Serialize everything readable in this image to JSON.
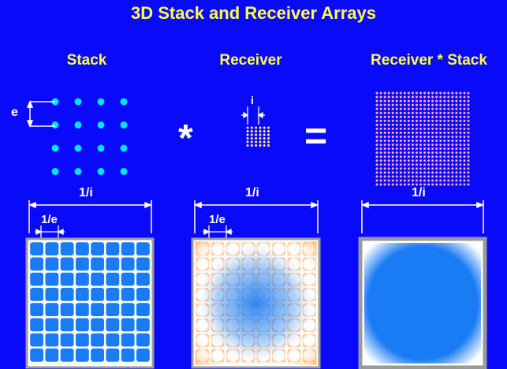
{
  "title": "3D Stack and Receiver Arrays",
  "columns": {
    "stack": {
      "heading": "Stack",
      "dim_label": "e",
      "width_label": "1/i",
      "pitch_label": "1/e"
    },
    "receiver": {
      "heading": "Receiver",
      "dim_label": "i",
      "width_label": "1/i",
      "pitch_label": "1/e"
    },
    "product": {
      "heading": "Receiver * Stack",
      "width_label": "1/i"
    }
  },
  "operators": {
    "multiply": "*",
    "equals": "="
  },
  "colors": {
    "background": "#0a0afa",
    "heading": "#ffff44",
    "stack_dot": "#00e5ff",
    "receiver_dot": "#ffee88",
    "product_dot": "#ffb0b0",
    "tile_blue": "#1a7cf4",
    "tile_orange": "#ff8a1e",
    "frame": "#9a9a9a"
  }
}
